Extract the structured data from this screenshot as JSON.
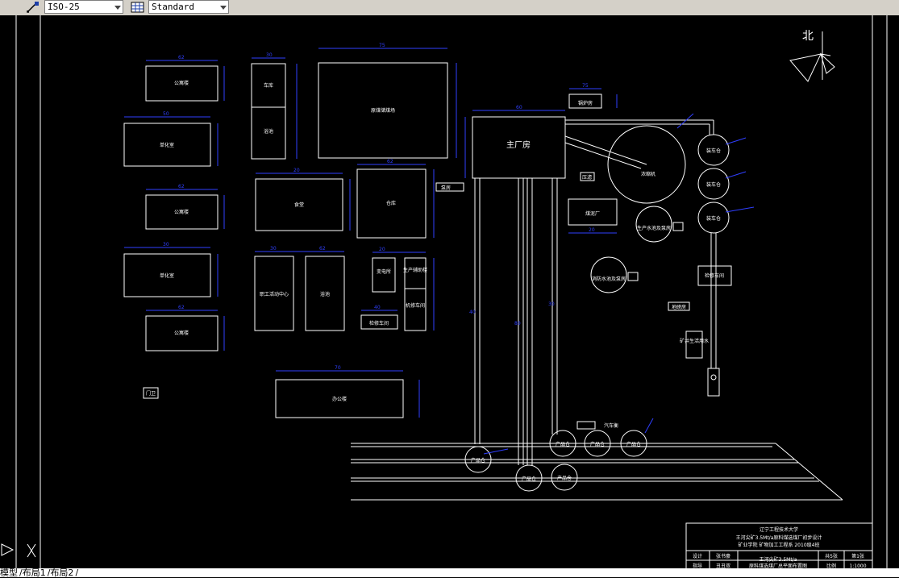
{
  "toolbar": {
    "dimstyle_value": "ISO-25",
    "tablestyle_value": "Standard",
    "dimstyle_icon": "dimension-style-icon",
    "tablestyle_icon": "table-style-icon"
  },
  "drawing": {
    "north_label": "北",
    "labels": {
      "b1": "公寓楼",
      "b2": "单化室",
      "b3": "公寓楼",
      "b4": "单化室",
      "b5": "公寓楼",
      "b6": "车库",
      "b7": "浴池",
      "b8": "原煤储煤场",
      "b9": "食堂",
      "b10": "仓库",
      "b11": "职工活动中心",
      "b12": "浴池",
      "b13": "变电所",
      "b14": "生产辅助楼",
      "b15": "机修车间",
      "b16": "检修车间",
      "b17": "办公楼",
      "b18": "门卫",
      "main": "主厂房",
      "b19": "锅炉房",
      "b20": "泵房",
      "b21": "压滤",
      "b22": "浓缩机",
      "b23": "煤泥厂",
      "b24": "生产水池及泵房",
      "b25": "消防水池及泵房",
      "b26": "装车仓",
      "b27": "装车仓",
      "b28": "装车仓",
      "b29": "汽车衡",
      "b30": "检修车间",
      "b31": "矿井生活用水",
      "b32": "地磅房",
      "bin1": "产品仓",
      "bin2": "产品仓",
      "bin3": "产品仓",
      "bin4": "产品仓",
      "bin5": "产品仓",
      "bin6": "产品仓"
    },
    "dims": {
      "d1": "62",
      "d2": "30",
      "d3": "75",
      "d4": "50",
      "d5": "62",
      "d6": "30",
      "d7": "62",
      "d8": "20",
      "d9": "62",
      "d10": "30",
      "d11": "62",
      "d12": "20",
      "d13": "40",
      "d14": "70",
      "d15": "60",
      "d16": "75",
      "d17": "20",
      "d18": "30",
      "d19": "80",
      "d20": "40"
    },
    "title_block": {
      "school": "辽宁工程技术大学",
      "project": "王河尖矿3.5Mt/a原料煤选煤厂初步设计",
      "dept": "矿业学院 矿物加工工程系 2010级4班",
      "role1": "设计",
      "name1": "张书豪",
      "role2": "指导",
      "name2": "丑丑双",
      "drawing_name": "王河尖矿3.5Mt/a",
      "drawing_name2": "原料煤选煤厂总平面布置图",
      "sheets": "共5张",
      "sheet_no": "第1张",
      "scale_label": "比例",
      "scale_value": "1:1000"
    }
  },
  "tabs": [
    "模型",
    "布局1",
    "布局2"
  ]
}
